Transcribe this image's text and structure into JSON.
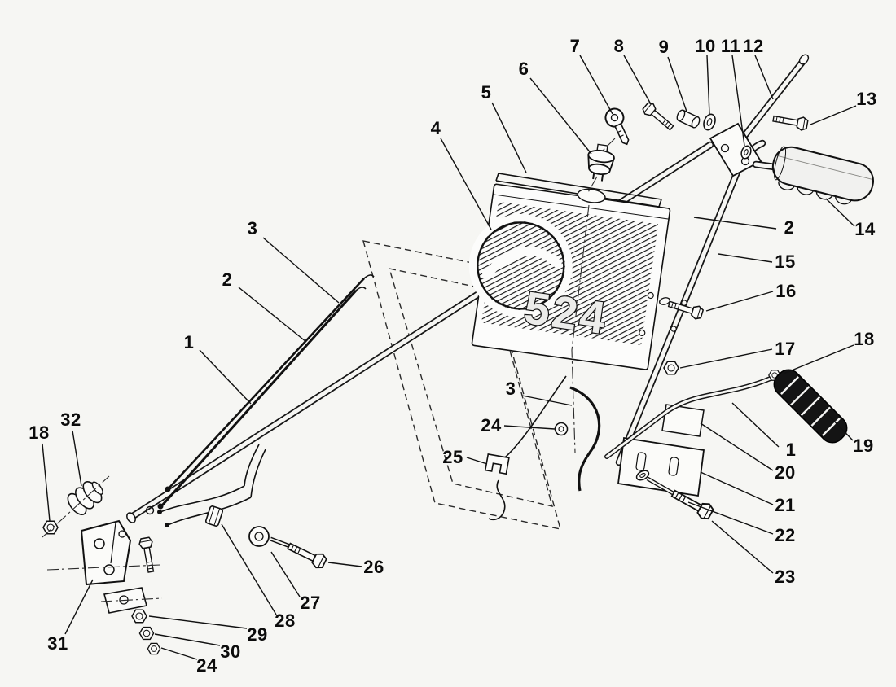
{
  "diagram": {
    "panel_label": "524",
    "ink_color": "#161616",
    "background_color": "#f6f6f3",
    "callouts": [
      {
        "label": "7"
      },
      {
        "label": "8"
      },
      {
        "label": "9"
      },
      {
        "label": "10"
      },
      {
        "label": "11"
      },
      {
        "label": "12"
      },
      {
        "label": "6"
      },
      {
        "label": "5"
      },
      {
        "label": "4"
      },
      {
        "label": "13"
      },
      {
        "label": "2"
      },
      {
        "label": "14"
      },
      {
        "label": "15"
      },
      {
        "label": "16"
      },
      {
        "label": "3"
      },
      {
        "label": "2"
      },
      {
        "label": "1"
      },
      {
        "label": "17"
      },
      {
        "label": "18"
      },
      {
        "label": "19"
      },
      {
        "label": "1"
      },
      {
        "label": "20"
      },
      {
        "label": "21"
      },
      {
        "label": "22"
      },
      {
        "label": "23"
      },
      {
        "label": "3"
      },
      {
        "label": "24"
      },
      {
        "label": "25"
      },
      {
        "label": "18"
      },
      {
        "label": "32"
      },
      {
        "label": "26"
      },
      {
        "label": "27"
      },
      {
        "label": "28"
      },
      {
        "label": "29"
      },
      {
        "label": "30"
      },
      {
        "label": "31"
      },
      {
        "label": "24"
      }
    ]
  }
}
